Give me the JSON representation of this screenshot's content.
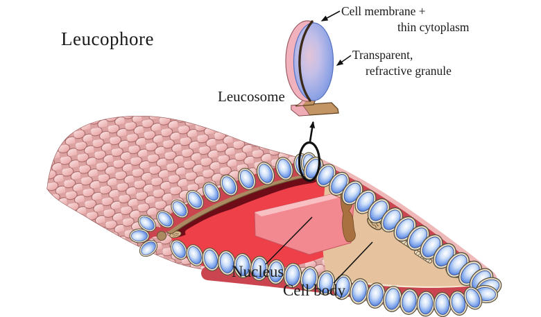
{
  "title": "Leucophore",
  "inset": {
    "leucosome_label": "Leucosome",
    "membrane_label_line1": "Cell membrane +",
    "membrane_label_line2": "thin cytoplasm",
    "granule_label_line1": "Transparent,",
    "granule_label_line2": "refractive granule"
  },
  "cell": {
    "nucleus_label": "Nucleus",
    "cell_body_label": "Cell body"
  },
  "icons": {
    "magnify_arrow": "arrow-up-icon",
    "highlight": "ellipse-highlight-icon"
  },
  "colors": {
    "background": "#ffffff",
    "text": "#1a1a1a",
    "leucosome_blue": "#4a72c8",
    "leucosome_ring_cream": "#e9dcc0",
    "surface_pink": "#eeb4b4",
    "bump_outline": "#a36363",
    "interstitial_red": "#ca4550",
    "interior_red": "#ee4049",
    "dark_maroon": "#6e0c18",
    "cytoplasm_tan": "#ab8a62",
    "cell_body_tan": "#e6c39e",
    "cream_band": "#f6ecd6",
    "nucleus_pink": "#f28890",
    "membrane_brown": "#3c2a1a"
  }
}
